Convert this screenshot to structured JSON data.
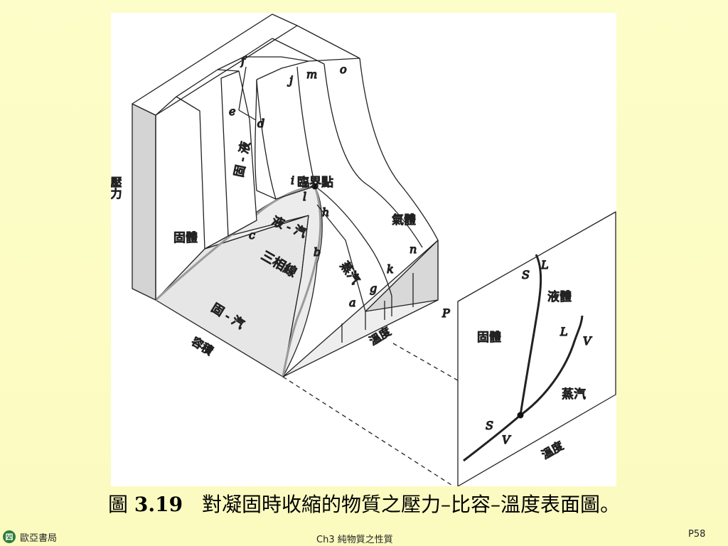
{
  "figure": {
    "surface_labels": {
      "pressure": "壓力",
      "volume": "容積",
      "temperature": "溫度",
      "solid": "固體",
      "gas": "氣體",
      "vapor": "蒸汽",
      "critical_point": "臨界點",
      "solid_liquid": "固 - 液",
      "liquid_vapor": "液 - 汽",
      "triple_line": "三相線",
      "solid_vapor": "固 - 汽"
    },
    "point_letters": {
      "a": "a",
      "b": "b",
      "c": "c",
      "d": "d",
      "e": "e",
      "f": "f",
      "g": "g",
      "h": "h",
      "i": "i",
      "j": "j",
      "k": "k",
      "l": "l",
      "m": "m",
      "n": "n",
      "o": "o"
    },
    "pt_diagram": {
      "axis_p": "P",
      "axis_t": "溫度",
      "solid": "固體",
      "liquid": "液體",
      "vapor": "蒸汽",
      "curve_labels": [
        "S",
        "L",
        "L",
        "V",
        "S",
        "V"
      ]
    }
  },
  "caption": {
    "prefix": "圖",
    "number": "3.19",
    "text": "對凝固時收縮的物質之壓力–比容–溫度表面圖。"
  },
  "footer": {
    "logo": "四",
    "publisher": "歐亞書局",
    "chapter": "Ch3 純物質之性質",
    "page": "P58"
  }
}
